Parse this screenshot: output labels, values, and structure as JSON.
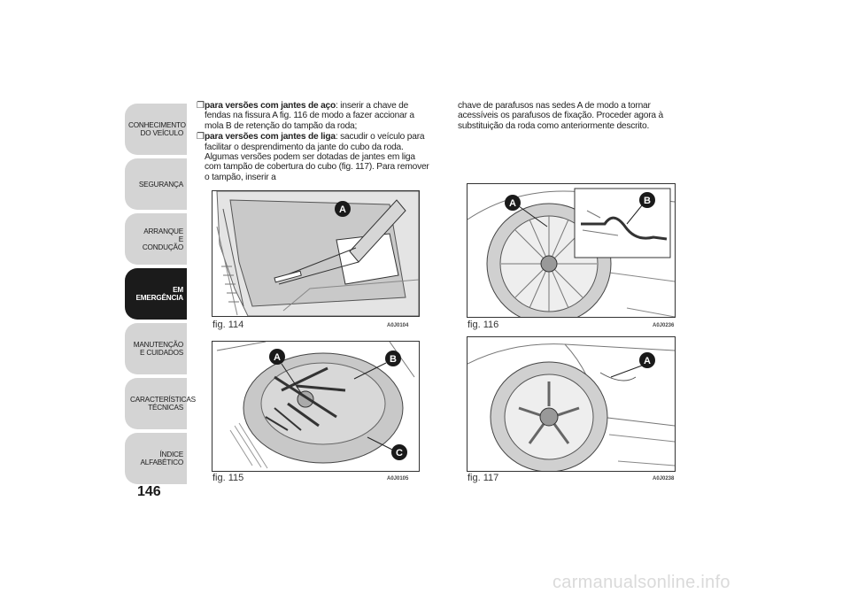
{
  "sidebar": {
    "tabs": [
      {
        "label": "CONHECIMENTO DO VEÍCULO",
        "active": false
      },
      {
        "label": "SEGURANÇA",
        "active": false
      },
      {
        "label": "ARRANQUE E CONDUÇÃO",
        "active": false
      },
      {
        "label": "EM EMERGÊNCIA",
        "active": true
      },
      {
        "label": "MANUTENÇÃO E CUIDADOS",
        "active": false
      },
      {
        "label": "CARACTERÍSTICAS TÉCNICAS",
        "active": false
      },
      {
        "label": "ÍNDICE ALFABÉTICO",
        "active": false
      }
    ]
  },
  "page_number": "146",
  "text": {
    "bullet1_bold": "para versões com jantes de aço",
    "bullet1_rest": ": inserir a chave de fendas na fissura A fig. 116 de modo a fazer accionar a mola B de retenção do tampão da roda;",
    "bullet2_bold": "para versões com jantes de liga",
    "bullet2_rest": ": sacudir o veículo para facilitar o desprendimento da jante do cubo da roda. Algumas versões podem ser dotadas de jantes em liga com tampão de cobertura do cubo (fig. 117). Para remover o tampão, inserir a",
    "col2": "chave de parafusos nas sedes A de modo a tornar acessíveis os parafusos de fixação. Proceder agora à substituição da roda como anteriormente descrito."
  },
  "figures": {
    "fig114": {
      "caption": "fig. 114",
      "code": "A0J0104",
      "labels": [
        "A"
      ]
    },
    "fig115": {
      "caption": "fig. 115",
      "code": "A0J0105",
      "labels": [
        "A",
        "B",
        "C"
      ]
    },
    "fig116": {
      "caption": "fig. 116",
      "code": "A0J0236",
      "labels": [
        "A",
        "B"
      ]
    },
    "fig117": {
      "caption": "fig. 117",
      "code": "A0J0238",
      "labels": [
        "A"
      ]
    }
  },
  "watermark": "carmanualsonline.info",
  "colors": {
    "tab": "#d4d4d4",
    "tab_active": "#1b1b1b",
    "label_circle": "#1a1a1a",
    "figure_fill": "#c8c8c8"
  }
}
